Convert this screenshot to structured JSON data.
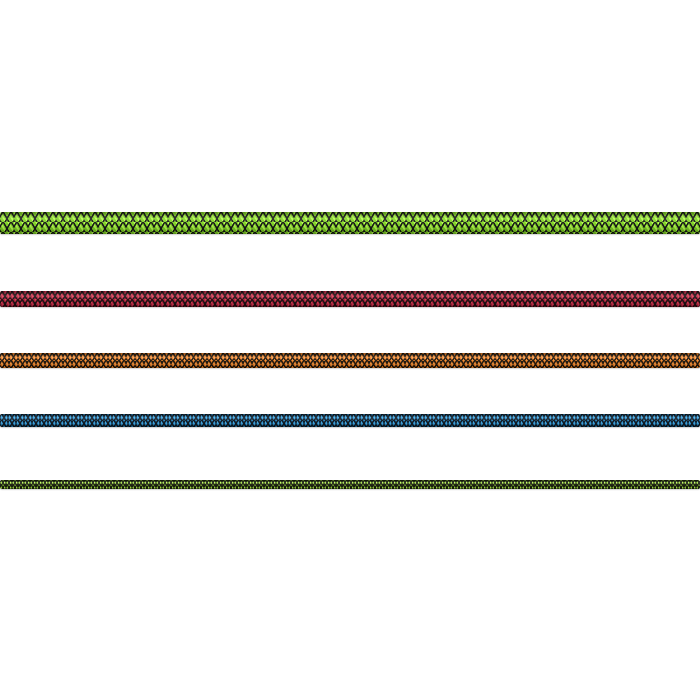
{
  "image": {
    "background": "#ffffff",
    "subject": "climbing-ropes",
    "ropes": [
      {
        "name": "lime-green-rope",
        "main_color": "#7ed321",
        "light_color": "#b6ff4a",
        "pattern_color": "#111111"
      },
      {
        "name": "crimson-rope",
        "main_color": "#b0203a",
        "light_color": "#e23a55",
        "pattern_color": "#1a0a0d"
      },
      {
        "name": "orange-rope",
        "main_color": "#f07a1a",
        "light_color": "#ffa049",
        "pattern_color": "#1a1208"
      },
      {
        "name": "blue-rope",
        "main_color": "#1f8fd6",
        "light_color": "#4cb7f2",
        "pattern_color": "#0a1620"
      },
      {
        "name": "thin-lime-rope",
        "main_color": "#8fd62a",
        "light_color": "#c4ff5a",
        "pattern_color": "#141a08"
      }
    ]
  }
}
